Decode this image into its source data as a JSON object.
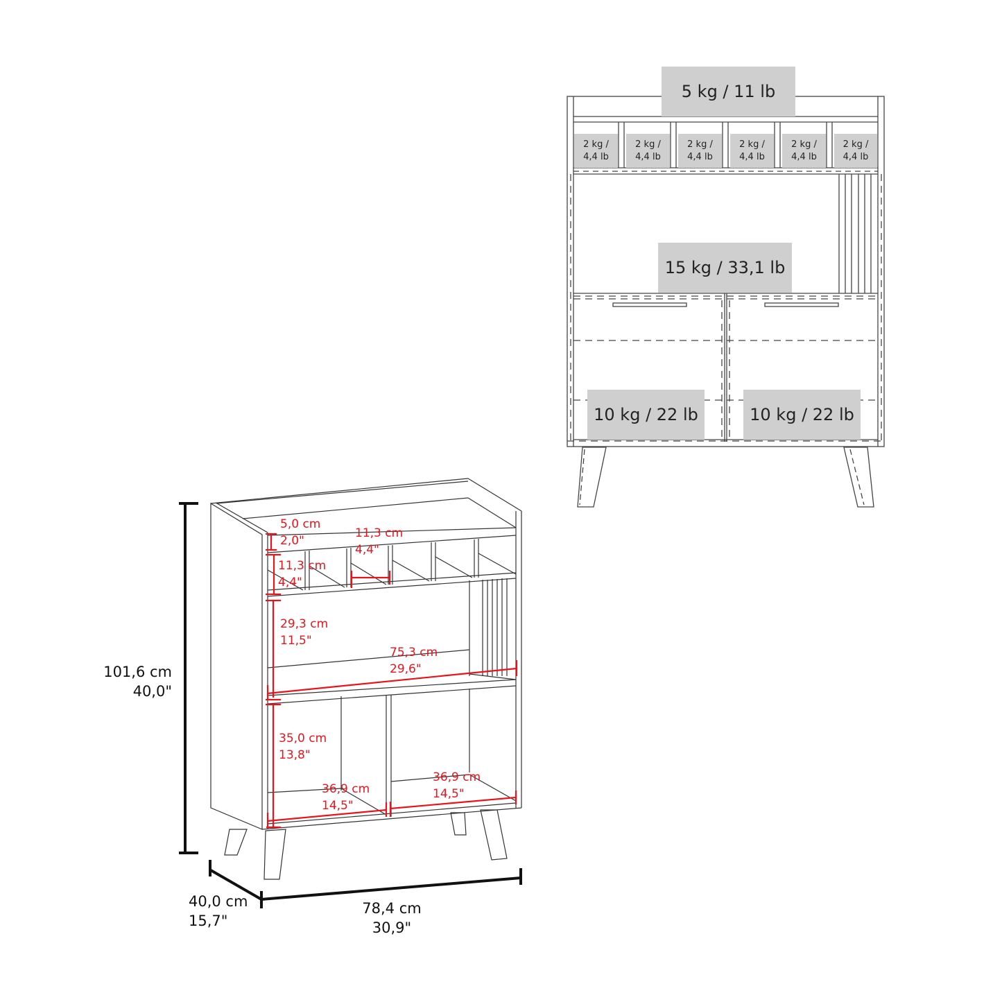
{
  "front_view": {
    "top_load": "5 kg / 11 lb",
    "cubby_loads": [
      {
        "line1": "2 kg /",
        "line2": "4,4 lb"
      },
      {
        "line1": "2 kg /",
        "line2": "4,4 lb"
      },
      {
        "line1": "2 kg /",
        "line2": "4,4 lb"
      },
      {
        "line1": "2 kg /",
        "line2": "4,4 lb"
      },
      {
        "line1": "2 kg /",
        "line2": "4,4 lb"
      },
      {
        "line1": "2 kg /",
        "line2": "4,4 lb"
      }
    ],
    "middle_shelf_load": "15 kg / 33,1 lb",
    "left_cabinet_load": "10 kg / 22 lb",
    "right_cabinet_load": "10 kg / 22 lb"
  },
  "iso_view": {
    "overall_height": {
      "cm": "101,6 cm",
      "in": "40,0\""
    },
    "depth": {
      "cm": "40,0 cm",
      "in": "15,7\""
    },
    "width": {
      "cm": "78,4 cm",
      "in": "30,9\""
    },
    "top_rail": {
      "cm": "5,0 cm",
      "in": "2,0\""
    },
    "cubby_height": {
      "cm": "11,3 cm",
      "in": "4,4\""
    },
    "cubby_width": {
      "cm": "11,3 cm",
      "in": "4,4\""
    },
    "open_shelf_height": {
      "cm": "29,3 cm",
      "in": "11,5\""
    },
    "open_shelf_width": {
      "cm": "75,3 cm",
      "in": "29,6\""
    },
    "bottom_height": {
      "cm": "35,0 cm",
      "in": "13,8\""
    },
    "bottom_left_width": {
      "cm": "36,9 cm",
      "in": "14,5\""
    },
    "bottom_right_width": {
      "cm": "36,9 cm",
      "in": "14,5\""
    }
  },
  "colors": {
    "dimension_red": "#e8141c",
    "load_box_gray": "#cfcfcf",
    "line": "#333333"
  }
}
